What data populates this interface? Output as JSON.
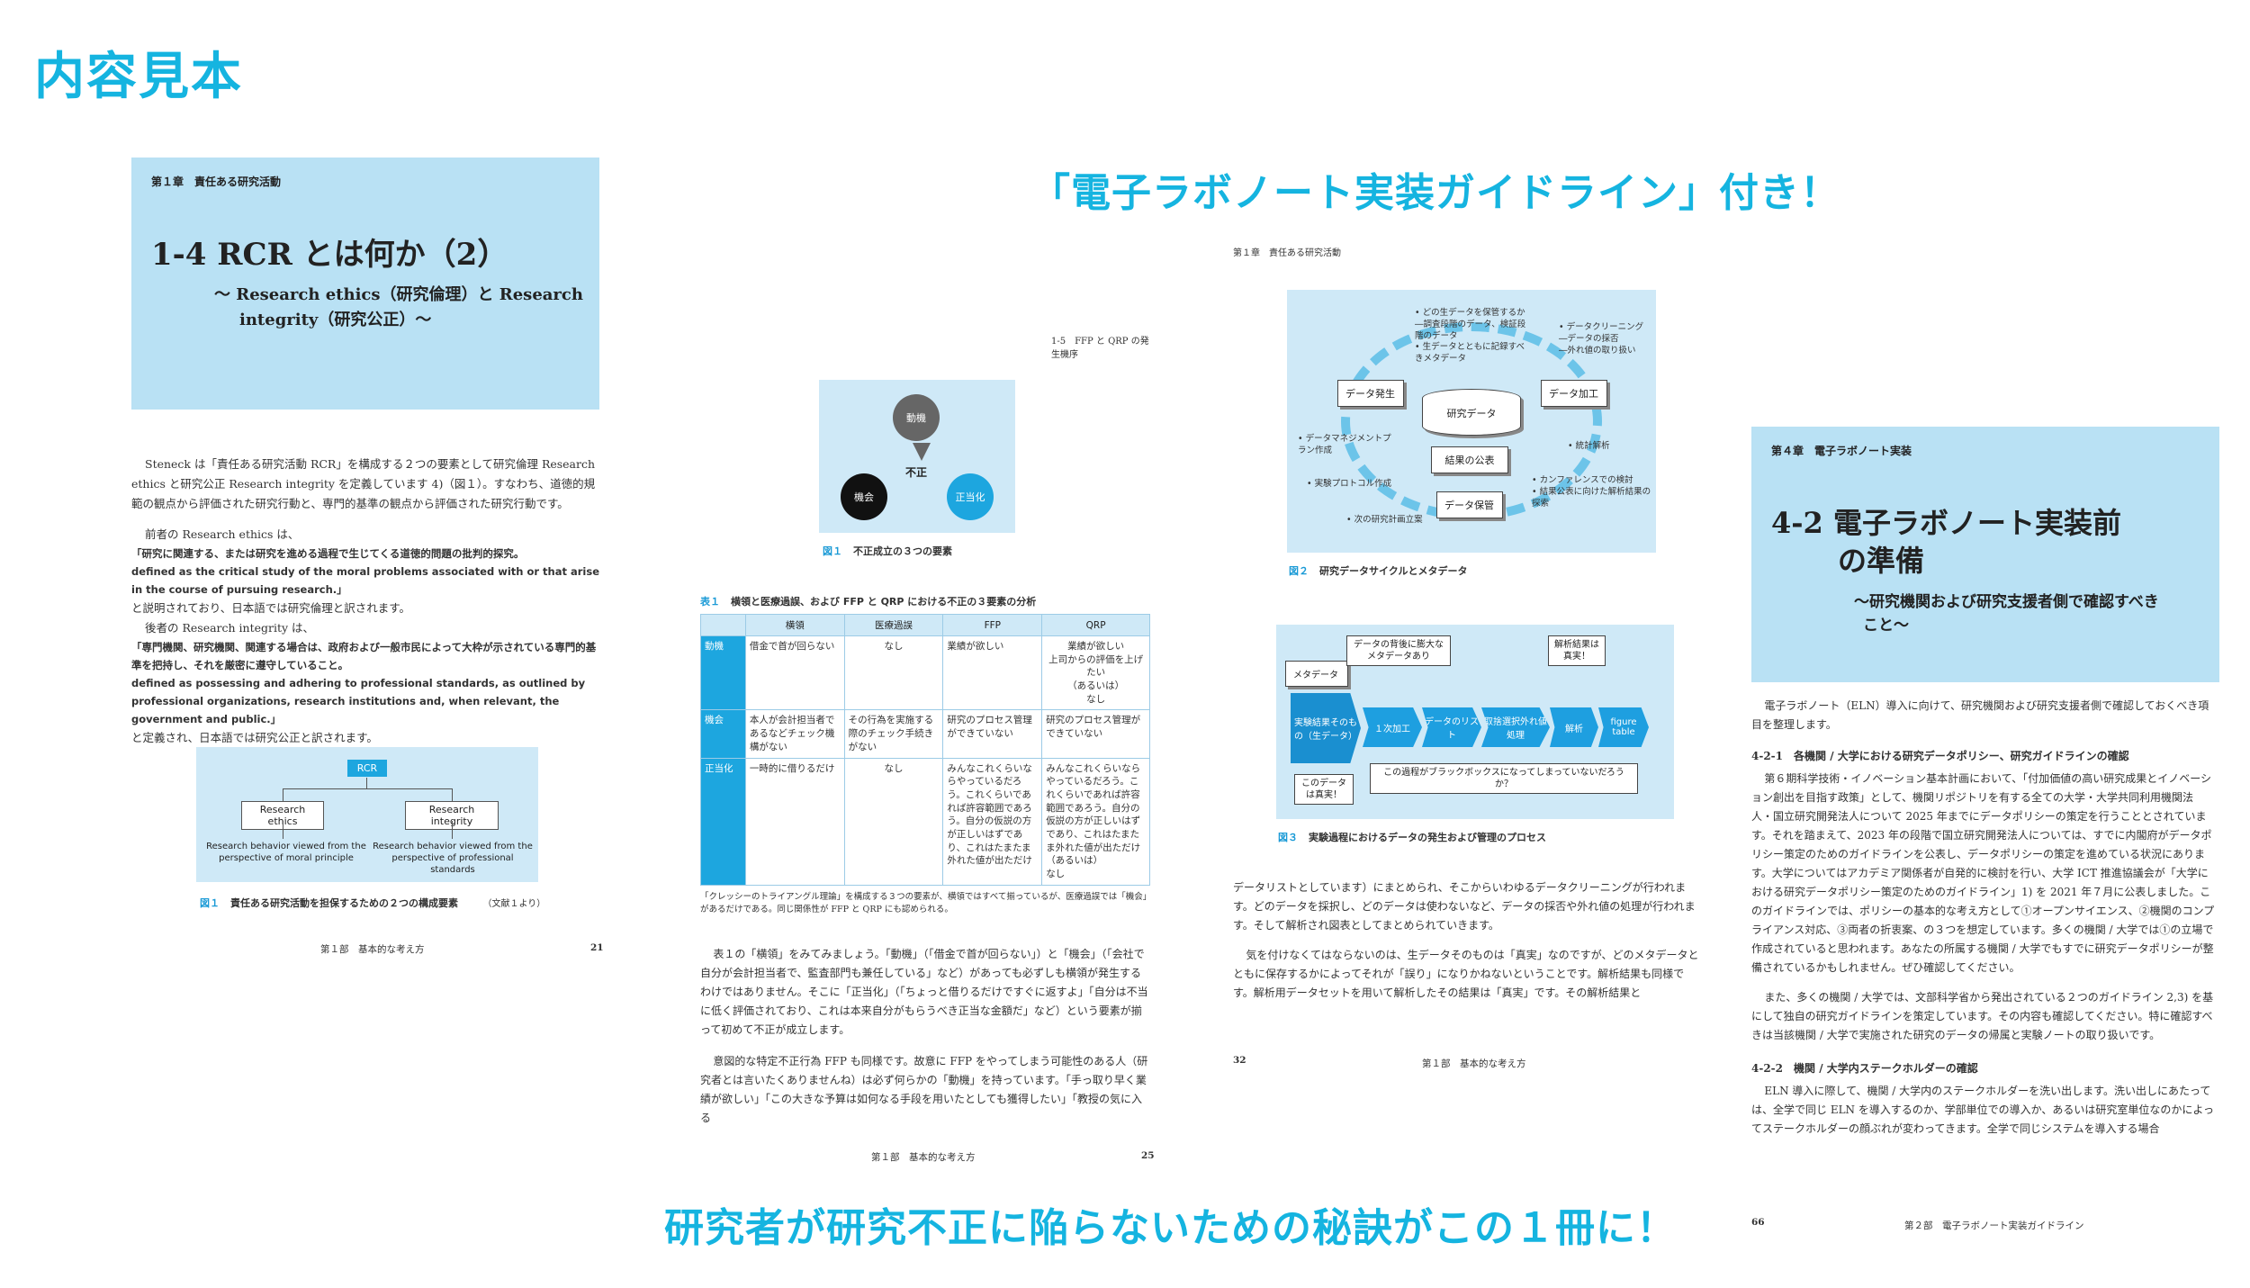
{
  "corner_label": "内容見本",
  "headline_top": "「電子ラボノート実装ガイドライン」付き！",
  "headline_bottom": "研究者が研究不正に陥らないための秘訣がこの１冊に！",
  "page21": {
    "chapter": "第１章　責任ある研究活動",
    "section_title": "1-4  RCR とは何か（2）",
    "subtitle_line1": "～ Research ethics（研究倫理）と Research",
    "subtitle_line2": "integrity（研究公正）～",
    "para1": "Steneck は「責任ある研究活動 RCR」を構成する２つの要素として研究倫理 Research ethics と研究公正 Research integrity を定義しています 4)（図１）。すなわち、道徳的規範の観点から評価された研究行動と、専門的基準の観点から評価された研究行動です。",
    "para2": "前者の Research ethics は、",
    "quote1": "「研究に関連する、または研究を進める過程で生じてくる道徳的問題の批判的探究。",
    "quote1_en": "defined as the critical study of the moral problems associated with or that arise in the course of pursuing research.」",
    "para3": "と説明されており、日本語では研究倫理と訳されます。",
    "para4": "後者の Research integrity は、",
    "quote2": "「専門機関、研究機関、関連する場合は、政府および一般市民によって大枠が示されている専門的基準を把持し、それを厳密に遵守していること。",
    "quote2_en": "defined as possessing and adhering to professional standards, as outlined by professional organizations, research institutions and, when relevant, the government and public.」",
    "para5": "と定義され、日本語では研究公正と訳されます。",
    "fig_root": "RCR",
    "fig_left": "Research ethics",
    "fig_right": "Research integrity",
    "fig_left_desc": "Research behavior viewed from the perspective of moral principle",
    "fig_right_desc": "Research behavior viewed from the perspective of professional standards",
    "fig_caption_no": "図１",
    "fig_caption": "責任ある研究活動を担保するための２つの構成要素",
    "fig_source": "（文献１より）",
    "footer_part": "第１部　基本的な考え方",
    "page_no": "21"
  },
  "page25": {
    "running_head": "1-5　FFP と QRP の発生機序",
    "tri_top": "動機",
    "tri_left": "機会",
    "tri_right": "正当化",
    "tri_center": "不正",
    "fig_caption_no": "図１",
    "fig_caption": "不正成立の３つの要素",
    "table_caption_no": "表１",
    "table_caption": "横領と医療過誤、および FFP と QRP における不正の３要素の分析",
    "table_headers": [
      "",
      "横領",
      "医療過誤",
      "FFP",
      "QRP"
    ],
    "table_rows": [
      [
        "動機",
        "借金で首が回らない",
        "なし",
        "業績が欲しい",
        "業績が欲しい\n上司からの評価を上げたい\n（あるいは）\nなし"
      ],
      [
        "機会",
        "本人が会計担当者であるなどチェック機構がない",
        "その行為を実施する際のチェック手続きがない",
        "研究のプロセス管理ができていない",
        "研究のプロセス管理ができていない"
      ],
      [
        "正当化",
        "一時的に借りるだけ",
        "なし",
        "みんなこれくらいならやっているだろう。これくらいであれば許容範囲であろう。自分の仮説の方が正しいはずであり、これはたまたま外れた値が出ただけ",
        "みんなこれくらいならやっているだろう。これくらいであれば許容範囲であろう。自分の仮説の方が正しいはずであり、これはたまたま外れた値が出ただけ\n（あるいは）\nなし"
      ]
    ],
    "table_note": "「クレッシーのトライアングル理論」を構成する３つの要素が、横領ではすべて揃っているが、医療過誤では「機会」があるだけである。同じ関係性が FFP と QRP にも認められる。",
    "para1": "表１の「横領」をみてみましょう。「動機」（「借金で首が回らない」）と「機会」（「会社で自分が会計担当者で、監査部門も兼任している」など）があっても必ずしも横領が発生するわけではありません。そこに「正当化」（「ちょっと借りるだけですぐに返すよ」「自分は不当に低く評価されており、これは本来自分がもらうべき正当な金額だ」など）という要素が揃って初めて不正が成立します。",
    "para2": "意図的な特定不正行為 FFP も同様です。故意に FFP をやってしまう可能性のある人（研究者とは言いたくありませんね）は必ず何らかの「動機」を持っています。「手っ取り早く業績が欲しい」「この大きな予算は如何なる手段を用いたとしても獲得したい」「教授の気に入る",
    "footer_part": "第１部　基本的な考え方",
    "page_no": "25"
  },
  "page32": {
    "chapter": "第１章　責任ある研究活動",
    "cycle_center": "研究データ",
    "cycle_publish": "結果の公表",
    "cycle_gen": "データ発生",
    "cycle_proc": "データ加工",
    "cycle_store": "データ保管",
    "b_top": "• どの生データを保管するか\n―調査段階のデータ、検証段階のデータ\n• 生データとともに記録すべきメタデータ",
    "b_right": "• データクリーニング\n―データの採否\n―外れ値の取り扱い",
    "b_right2": "• 統計解析",
    "b_right3": "• カンファレンスでの検討\n• 結果公表に向けた解析結果の探索",
    "b_left1": "• データマネジメントプラン作成",
    "b_left2": "• 実験プロトコル作成",
    "b_left3": "• 次の研究計画立案",
    "fig2_no": "図２",
    "fig2_caption": "研究データサイクルとメタデータ",
    "flow_meta": "メタデータ",
    "flow_raw": "実験結果そのもの（生データ）",
    "flow_1": "１次加工",
    "flow_list": "データのリスト",
    "flow_select": "取捨選択外れ値処理",
    "flow_analysis": "解析",
    "flow_table": "figure table",
    "call_1": "データの背後に膨大なメタデータあり",
    "call_2": "解析結果は真実！",
    "call_3": "このデータは真実！",
    "call_4": "この過程がブラックボックスになってしまっていないだろうか？",
    "fig3_no": "図３",
    "fig3_caption": "実験過程におけるデータの発生および管理のプロセス",
    "para1": "データリストとしています）にまとめられ、そこからいわゆるデータクリーニングが行われます。どのデータを採択し、どのデータは使わないなど、データの採否や外れ値の処理が行われます。そして解析され図表としてまとめられていきます。",
    "para2": "気を付けなくてはならないのは、生データそのものは「真実」なのですが、どのメタデータとともに保存するかによってそれが「誤り」になりかねないということです。解析結果も同様です。解析用データセットを用いて解析したその結果は「真実」です。その解析結果と",
    "page_no": "32",
    "footer_part": "第１部　基本的な考え方"
  },
  "page66": {
    "chapter": "第４章　電子ラボノート実装",
    "title_line1": "4-2  電子ラボノート実装前",
    "title_line2": "の準備",
    "subtitle_line1": "～研究機関および研究支援者側で確認すべき",
    "subtitle_line2": "こと～",
    "intro": "電子ラボノート（ELN）導入に向けて、研究機関および研究支援者側で確認しておくべき項目を整理します。",
    "sec1_title": "4-2-1　各機関 / 大学における研究データポリシー、研究ガイドラインの確認",
    "sec1_body": "第６期科学技術・イノベーション基本計画において、「付加価値の高い研究成果とイノベーション創出を目指す政策」として、機関リポジトリを有する全ての大学・大学共同利用機関法人・国立研究開発法人について 2025 年までにデータポリシーの策定を行うこととされています。それを踏まえて、2023 年の段階で国立研究開発法人については、すでに内閣府がデータポリシー策定のためのガイドラインを公表し、データポリシーの策定を進めている状況にあります。大学についてはアカデミア関係者が自発的に検討を行い、大学 ICT 推進協議会が「大学における研究データポリシー策定のためのガイドライン」1) を 2021 年７月に公表しました。このガイドラインでは、ポリシーの基本的な考え方として①オープンサイエンス、②機関のコンプライアンス対応、③両者の折衷案、の３つを想定しています。多くの機関 / 大学では①の立場で作成されていると思われます。あなたの所属する機関 / 大学でもすでに研究データポリシーが整備されているかもしれません。ぜひ確認してください。",
    "sec1_body2": "また、多くの機関 / 大学では、文部科学省から発出されている２つのガイドライン 2,3) を基にして独自の研究ガイドラインを策定しています。その内容も確認してください。特に確認すべきは当該機関 / 大学で実施された研究のデータの帰属と実験ノートの取り扱いです。",
    "sec2_title": "4-2-2　機関 / 大学内ステークホルダーの確認",
    "sec2_body": "ELN 導入に際して、機関 / 大学内のステークホルダーを洗い出します。洗い出しにあたっては、全学で同じ ELN を導入するのか、学部単位での導入か、あるいは研究室単位なのかによってステークホルダーの顔ぶれが変わってきます。全学で同じシステムを導入する場合",
    "page_no": "66",
    "footer_part": "第２部　電子ラボノート実装ガイドライン"
  }
}
